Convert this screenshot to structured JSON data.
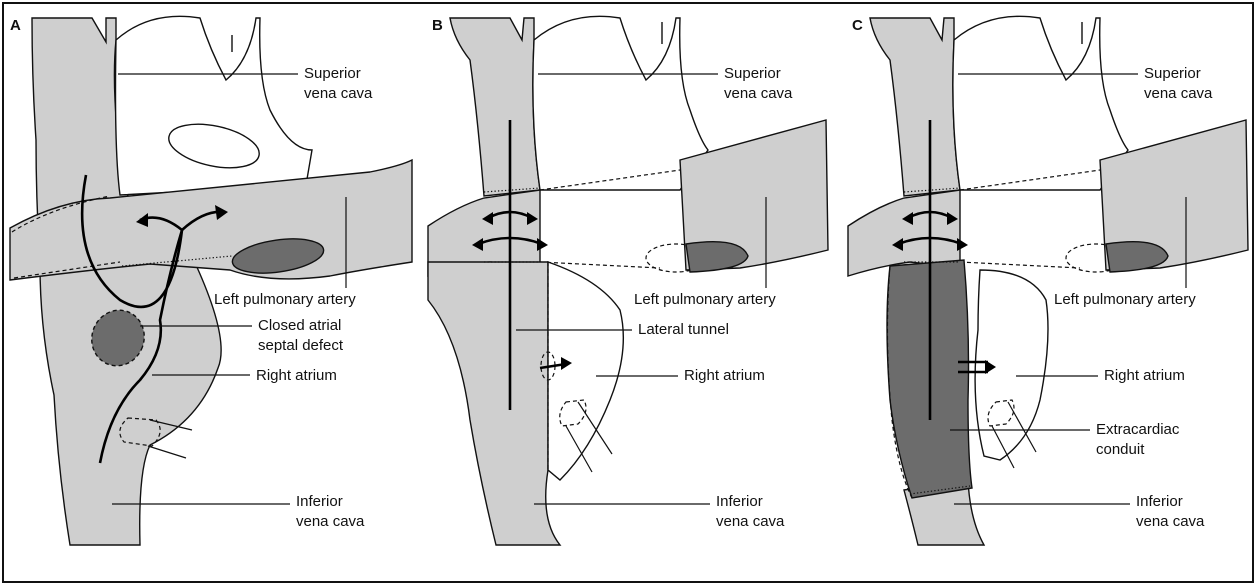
{
  "panels": [
    {
      "letter": "A",
      "labels": {
        "svc_line1": "Superior",
        "svc_line2": "vena cava",
        "lpa": "Left pulmonary artery",
        "asd_line1": "Closed atrial",
        "asd_line2": "septal defect",
        "ra": "Right atrium",
        "ivc_line1": "Inferior",
        "ivc_line2": "vena cava"
      }
    },
    {
      "letter": "B",
      "labels": {
        "svc_line1": "Superior",
        "svc_line2": "vena cava",
        "lpa": "Left pulmonary artery",
        "tunnel": "Lateral tunnel",
        "ra": "Right atrium",
        "ivc_line1": "Inferior",
        "ivc_line2": "vena cava"
      }
    },
    {
      "letter": "C",
      "labels": {
        "svc_line1": "Superior",
        "svc_line2": "vena cava",
        "lpa": "Left pulmonary artery",
        "ra": "Right atrium",
        "conduit_line1": "Extracardiac",
        "conduit_line2": "conduit",
        "ivc_line1": "Inferior",
        "ivc_line2": "vena cava"
      }
    }
  ],
  "colors": {
    "vessel": "#cfcfcf",
    "shaded": "#6c6c6c",
    "line": "#111111"
  }
}
